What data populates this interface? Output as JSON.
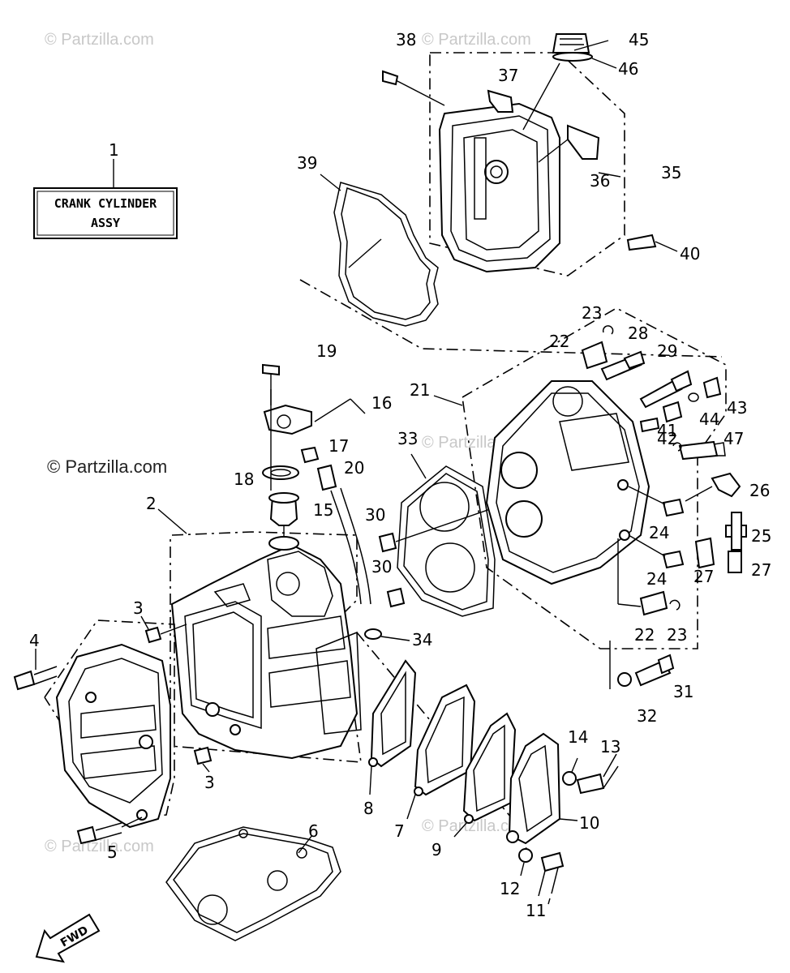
{
  "watermarks": {
    "main": "© Partzilla.com",
    "faint": "© Partzilla.com"
  },
  "assembly_box": {
    "number": "1",
    "line1": "CRANK CYLINDER",
    "line2": "ASSY"
  },
  "fwd_arrow": "FWD",
  "labels": {
    "l2": "2",
    "l3a": "3",
    "l3b": "3",
    "l4": "4",
    "l5": "5",
    "l6": "6",
    "l7": "7",
    "l8": "8",
    "l9": "9",
    "l10": "10",
    "l11": "11",
    "l12": "12",
    "l13": "13",
    "l14": "14",
    "l15": "15",
    "l16": "16",
    "l17": "17",
    "l18": "18",
    "l19": "19",
    "l20": "20",
    "l21": "21",
    "l22a": "22",
    "l22b": "22",
    "l23a": "23",
    "l23b": "23",
    "l24a": "24",
    "l24b": "24",
    "l25": "25",
    "l26": "26",
    "l27a": "27",
    "l27b": "27",
    "l28": "28",
    "l29": "29",
    "l30a": "30",
    "l30b": "30",
    "l31": "31",
    "l32": "32",
    "l33": "33",
    "l34": "34",
    "l35": "35",
    "l36": "36",
    "l37": "37",
    "l38": "38",
    "l39": "39",
    "l40": "40",
    "l41": "41",
    "l42": "42",
    "l43": "43",
    "l44": "44",
    "l45": "45",
    "l46": "46",
    "l47": "47"
  }
}
